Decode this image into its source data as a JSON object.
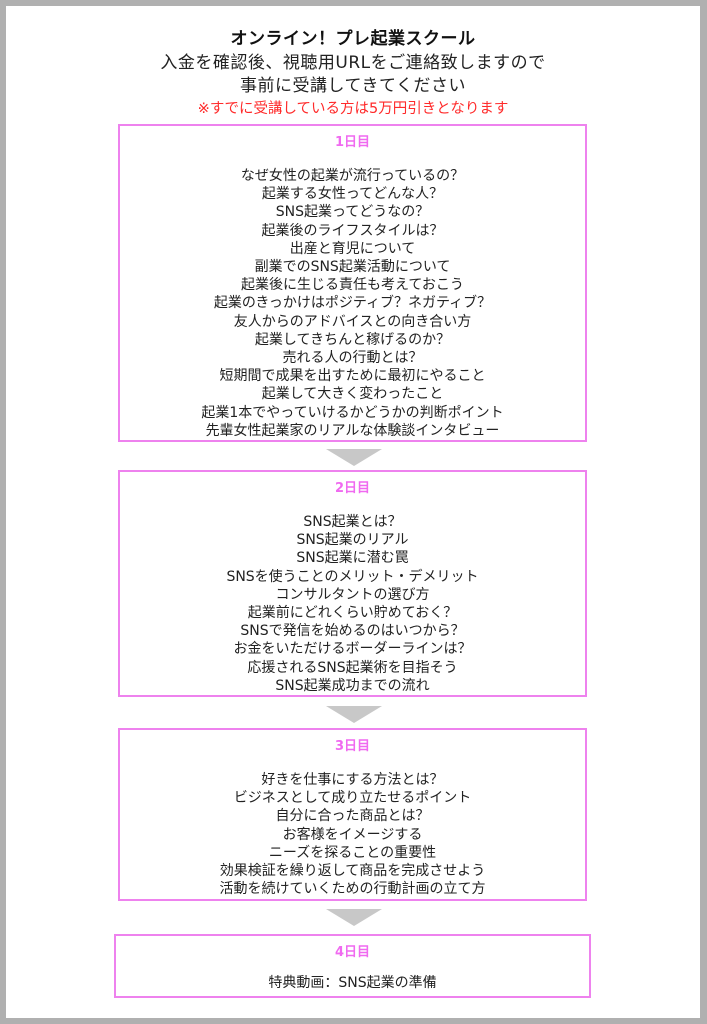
{
  "header": {
    "title": "オンライン！プレ起業スクール",
    "line1": "入金を確認後、視聴用URLをご連絡致しますので",
    "line2": "事前に受講してきてください",
    "note": "※すでに受講している方は5万円引きとなります"
  },
  "colors": {
    "accent_pink": "#ee82ee",
    "note_red": "#ff2a2a",
    "arrow_gray": "#c8c8c8"
  },
  "days": [
    {
      "title": "1日目",
      "topics": [
        "なぜ女性の起業が流行っているの？",
        "起業する女性ってどんな人？",
        "SNS起業ってどうなの？",
        "起業後のライフスタイルは？",
        "出産と育児について",
        "副業でのSNS起業活動について",
        "起業後に生じる責任も考えておこう",
        "起業のきっかけはポジティブ？ネガティブ？",
        "友人からのアドバイスとの向き合い方",
        "起業してきちんと稼げるのか？",
        "売れる人の行動とは？",
        "短期間で成果を出すために最初にやること",
        "起業して大きく変わったこと",
        "起業1本でやっていけるかどうかの判断ポイント",
        "先輩女性起業家のリアルな体験談インタビュー"
      ]
    },
    {
      "title": "2日目",
      "topics": [
        "SNS起業とは？",
        "SNS起業のリアル",
        "SNS起業に潜む罠",
        "SNSを使うことのメリット・デメリット",
        "コンサルタントの選び方",
        "起業前にどれくらい貯めておく？",
        "SNSで発信を始めるのはいつから？",
        "お金をいただけるボーダーラインは？",
        "応援されるSNS起業術を目指そう",
        "SNS起業成功までの流れ"
      ]
    },
    {
      "title": "3日目",
      "topics": [
        "好きを仕事にする方法とは？",
        "ビジネスとして成り立たせるポイント",
        "自分に合った商品とは？",
        "お客様をイメージする",
        "ニーズを探ることの重要性",
        "効果検証を繰り返して商品を完成させよう",
        "活動を続けていくための行動計画の立て方"
      ]
    },
    {
      "title": "4日目",
      "topics": [
        "特典動画：SNS起業の準備"
      ]
    }
  ]
}
